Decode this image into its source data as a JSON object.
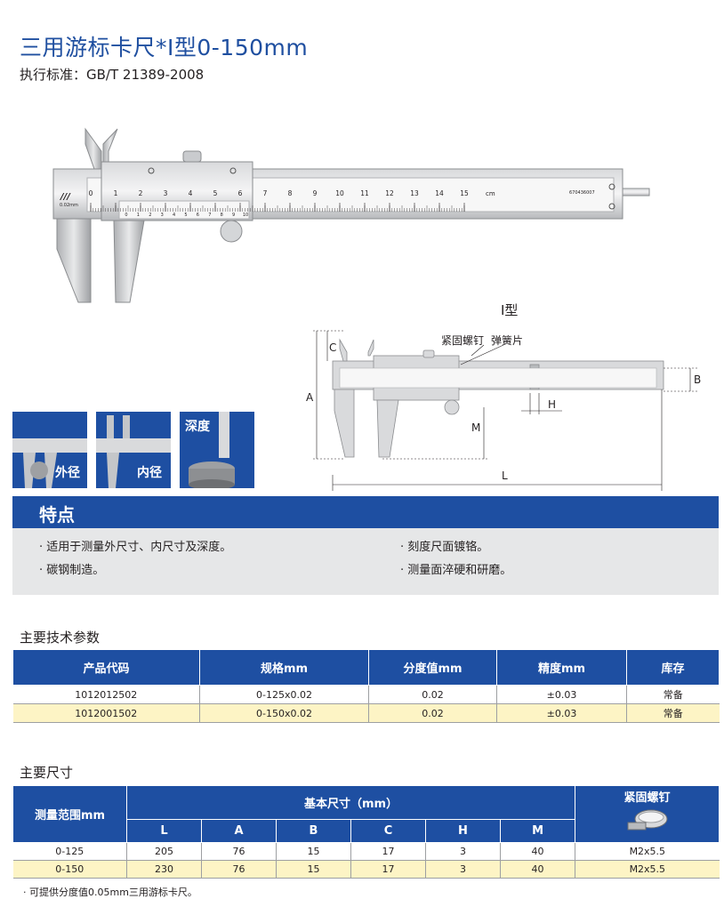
{
  "header": {
    "title": "三用游标卡尺*I型0-150mm",
    "subtitle": "执行标准：GB/T 21389-2008"
  },
  "caliper": {
    "main_scale_numbers": [
      "0",
      "1",
      "2",
      "3",
      "4",
      "5",
      "6",
      "7",
      "8",
      "9",
      "10",
      "11",
      "12",
      "13",
      "14",
      "15"
    ],
    "unit": "cm",
    "serial": "670436007",
    "resolution": "0.02mm",
    "vernier_numbers": [
      "0",
      "1",
      "2",
      "3",
      "4",
      "5",
      "6",
      "7",
      "8",
      "9",
      "10"
    ]
  },
  "diagram": {
    "type_label": "I型",
    "lock_screw_label": "紧固螺钉",
    "spring_label": "弹簧片",
    "dims": {
      "c": "C",
      "a": "A",
      "m": "M",
      "h": "H",
      "b": "B",
      "l": "L"
    }
  },
  "thumbs": [
    {
      "label": "外径",
      "icon": "outside-measure-icon"
    },
    {
      "label": "内径",
      "icon": "inside-measure-icon"
    },
    {
      "label": "深度",
      "icon": "depth-measure-icon"
    }
  ],
  "features": {
    "title": "特点",
    "items": [
      "· 适用于测量外尺寸、内尺寸及深度。",
      "· 碳钢制造。",
      "· 刻度尺面镀铬。",
      "· 测量面淬硬和研磨。"
    ]
  },
  "spec": {
    "title": "主要技术参数",
    "headers": [
      "产品代码",
      "规格mm",
      "分度值mm",
      "精度mm",
      "库存"
    ],
    "rows": [
      [
        "1012012502",
        "0-125x0.02",
        "0.02",
        "±0.03",
        "常备"
      ],
      [
        "1012001502",
        "0-150x0.02",
        "0.02",
        "±0.03",
        "常备"
      ]
    ]
  },
  "dims": {
    "title": "主要尺寸",
    "range_header": "测量范围mm",
    "basic_header": "基本尺寸（mm）",
    "screw_header": "紧固螺钉",
    "sub_headers": [
      "L",
      "A",
      "B",
      "C",
      "H",
      "M"
    ],
    "rows": [
      [
        "0-125",
        "205",
        "76",
        "15",
        "17",
        "3",
        "40",
        "M2x5.5"
      ],
      [
        "0-150",
        "230",
        "76",
        "15",
        "17",
        "3",
        "40",
        "M2x5.5"
      ]
    ]
  },
  "footnote": "· 可提供分度值0.05mm三用游标卡尺。",
  "colors": {
    "brand_blue": "#1e4fa2",
    "title_blue": "#1f4fa0",
    "feature_bg": "#e6e7e8",
    "row_alt": "#fdf4c5"
  }
}
